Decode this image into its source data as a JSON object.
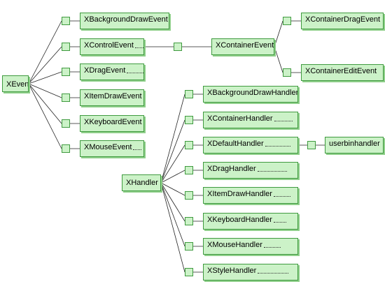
{
  "colors": {
    "node_fill": "#ccf2c8",
    "node_border": "#3f9a3f",
    "line": "#222222",
    "dots": "#333333"
  },
  "nodes": {
    "xevent": "XEvent",
    "xbackgrounddrawevent": "XBackgroundDrawEvent",
    "xcontrolevent": "XControlEvent",
    "xdragevent": "XDragEvent",
    "xitemdrawevent": "XItemDrawEvent",
    "xkeyboardevent": "XKeyboardEvent",
    "xmouseevent": "XMouseEvent",
    "xcontainerevent": "XContainerEvent",
    "xcontainerdragevent": "XContainerDragEvent",
    "xcontainereditevent": "XContainerEditEvent",
    "xhandler": "XHandler",
    "xbackgrounddrawhandler": "XBackgroundDrawHandler",
    "xcontainerhandler": "XContainerHandler",
    "xdefaulthandler": "XDefaultHandler",
    "xdraghandler": "XDragHandler",
    "xitemdrawhandler": "XItemDrawHandler",
    "xkeyboardhandler": "XKeyboardHandler",
    "xmousehandler": "XMouseHandler",
    "xstylehandler": "XStyleHandler",
    "userbinhandler": "userbinhandler"
  },
  "edges": [
    [
      "xevent",
      "xbackgrounddrawevent"
    ],
    [
      "xevent",
      "xcontrolevent"
    ],
    [
      "xevent",
      "xdragevent"
    ],
    [
      "xevent",
      "xitemdrawevent"
    ],
    [
      "xevent",
      "xkeyboardevent"
    ],
    [
      "xevent",
      "xmouseevent"
    ],
    [
      "xcontrolevent",
      "xcontainerevent"
    ],
    [
      "xcontainerevent",
      "xcontainerdragevent"
    ],
    [
      "xcontainerevent",
      "xcontainereditevent"
    ],
    [
      "xhandler",
      "xbackgrounddrawhandler"
    ],
    [
      "xhandler",
      "xcontainerhandler"
    ],
    [
      "xhandler",
      "xdefaulthandler"
    ],
    [
      "xhandler",
      "xdraghandler"
    ],
    [
      "xhandler",
      "xitemdrawhandler"
    ],
    [
      "xhandler",
      "xkeyboardhandler"
    ],
    [
      "xhandler",
      "xmousehandler"
    ],
    [
      "xhandler",
      "xstylehandler"
    ],
    [
      "xdefaulthandler",
      "userbinhandler"
    ]
  ]
}
